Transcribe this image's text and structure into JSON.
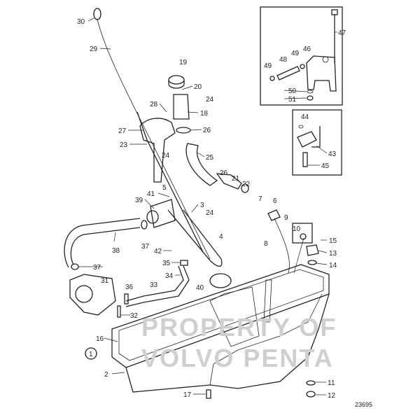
{
  "diagram": {
    "watermark": [
      "PROPERTY OF",
      "VOLVO PENTA"
    ],
    "drawing_number": "23695",
    "group_marker": "1",
    "callouts": [
      "30",
      "29",
      "19",
      "20",
      "24",
      "28",
      "18",
      "27",
      "26",
      "23",
      "24",
      "25",
      "26",
      "21",
      "22",
      "5",
      "41",
      "39",
      "3",
      "24",
      "7",
      "6",
      "9",
      "10",
      "15",
      "4",
      "37",
      "38",
      "42",
      "8",
      "13",
      "14",
      "35",
      "37",
      "34",
      "40",
      "33",
      "31",
      "36",
      "32",
      "16",
      "2",
      "11",
      "12",
      "17"
    ],
    "inset_top_callouts": [
      "47",
      "46",
      "49",
      "48",
      "49",
      "50",
      "51"
    ],
    "inset_bottom_callouts": [
      "44",
      "43",
      "45"
    ]
  }
}
